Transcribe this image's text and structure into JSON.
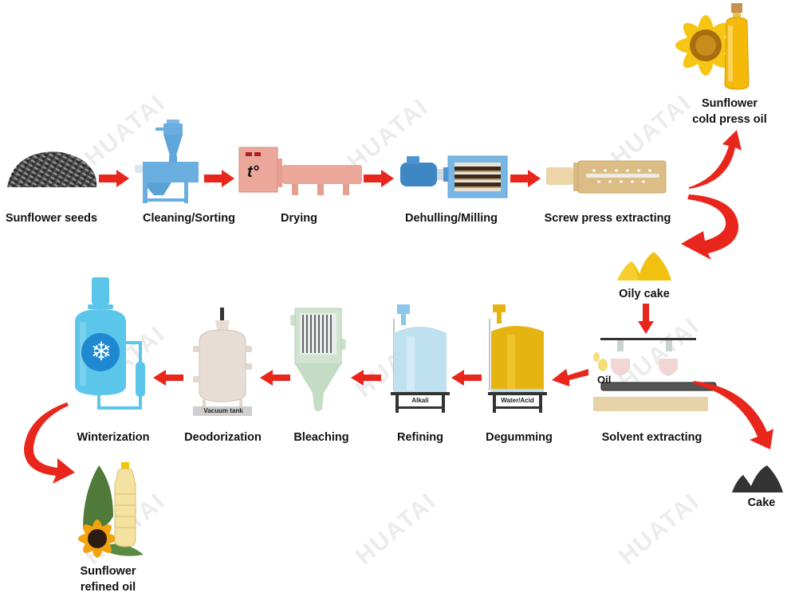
{
  "title": "Sunflower oil production process",
  "watermark": "HUATAI",
  "colors": {
    "arrow": "#e8261c",
    "text": "#111111",
    "cleaning_machine": "#6aaee0",
    "dryer": "#eba79a",
    "mill_frame": "#78b6e4",
    "press": "#e0c38e",
    "oily_cake": "#f2c10f",
    "cake": "#333333",
    "degumming_tank": "#e6b410",
    "refining_tank": "#bfe0ef",
    "bleaching_tank": "#cfe3cf",
    "deodorizer": "#e8ddd5",
    "winterizer": "#5cc6ea"
  },
  "steps_row1": [
    {
      "id": "seeds",
      "label": "Sunflower seeds"
    },
    {
      "id": "cleaning",
      "label": "Cleaning/Sorting"
    },
    {
      "id": "drying",
      "label": "Drying",
      "panel_text": "t°"
    },
    {
      "id": "dehulling",
      "label": "Dehulling/Milling"
    },
    {
      "id": "screw_press",
      "label": "Screw press extracting"
    }
  ],
  "cold_press_output": {
    "line1": "Sunflower",
    "line2": "cold press oil"
  },
  "oily_cake": {
    "label": "Oily cake"
  },
  "solvent": {
    "label": "Solvent extracting",
    "oil_label": "Oil"
  },
  "cake_output": {
    "label": "Cake"
  },
  "steps_row2": [
    {
      "id": "degumming",
      "label": "Degumming",
      "tank_text": "Water/Acid"
    },
    {
      "id": "refining",
      "label": "Refining",
      "tank_text": "Alkali"
    },
    {
      "id": "bleaching",
      "label": "Bleaching"
    },
    {
      "id": "deodorization",
      "label": "Deodorization",
      "tank_text": "Vacuum tank"
    },
    {
      "id": "winterization",
      "label": "Winterization"
    }
  ],
  "refined_output": {
    "line1": "Sunflower",
    "line2": "refined oil"
  }
}
